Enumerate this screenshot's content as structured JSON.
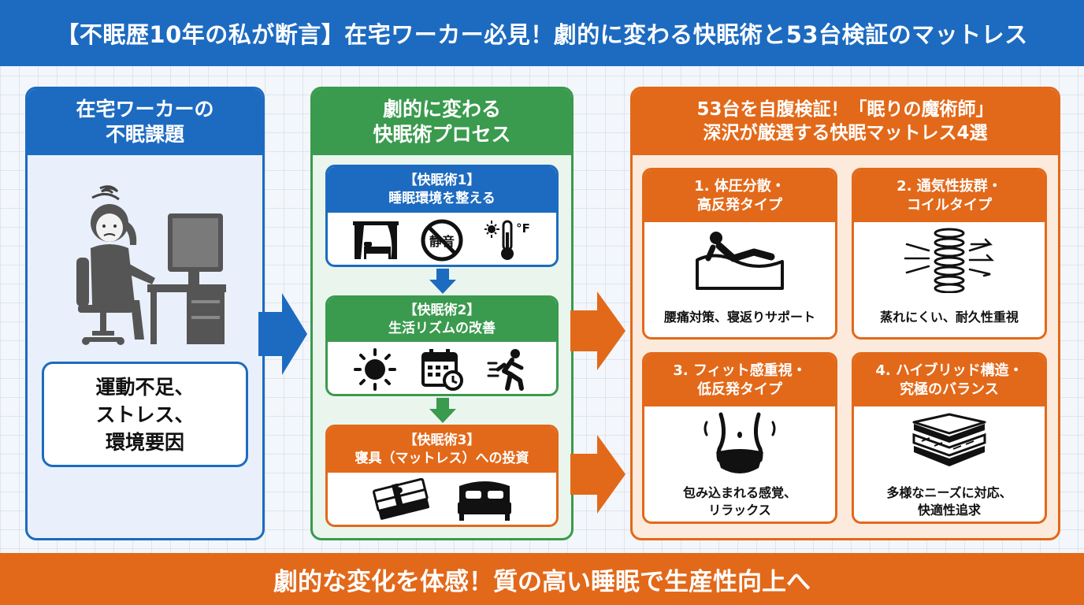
{
  "header": {
    "title": "【不眠歴10年の私が断言】在宅ワーカー必見！劇的に変わる快眠術と53台検証のマットレス"
  },
  "left_panel": {
    "title_line1": "在宅ワーカーの",
    "title_line2": "不眠課題",
    "causes": [
      "運動不足、",
      "ストレス、",
      "環境要因"
    ]
  },
  "middle_panel": {
    "title_line1": "劇的に変わる",
    "title_line2": "快眠術プロセス",
    "steps": [
      {
        "tag": "【快眠術1】",
        "label": "睡眠環境を整える",
        "quiet_text": "静音",
        "temp_unit": "°F"
      },
      {
        "tag": "【快眠術2】",
        "label": "生活リズムの改善"
      },
      {
        "tag": "【快眠術3】",
        "label": "寝具（マットレス）への投資"
      }
    ]
  },
  "right_panel": {
    "title_line1": "53台を自腹検証！「眠りの魔術師」",
    "title_line2": "深沢が厳選する快眠マットレス4選",
    "cards": [
      {
        "title_line1": "1. 体圧分散・",
        "title_line2": "高反発タイプ",
        "desc_line1": "腰痛対策、寝返りサポート",
        "desc_line2": ""
      },
      {
        "title_line1": "2. 通気性抜群・",
        "title_line2": "コイルタイプ",
        "desc_line1": "蒸れにくい、耐久性重視",
        "desc_line2": ""
      },
      {
        "title_line1": "3. フィット感重視・",
        "title_line2": "低反発タイプ",
        "desc_line1": "包み込まれる感覚、",
        "desc_line2": "リラックス"
      },
      {
        "title_line1": "4. ハイブリッド構造・",
        "title_line2": "究極のバランス",
        "desc_line1": "多様なニーズに対応、",
        "desc_line2": "快適性追求"
      }
    ]
  },
  "footer": {
    "text": "劇的な変化を体感！質の高い睡眠で生産性向上へ"
  },
  "colors": {
    "blue": "#1d6bc0",
    "green": "#3a9a4e",
    "orange": "#e2691a",
    "text": "#111111"
  }
}
